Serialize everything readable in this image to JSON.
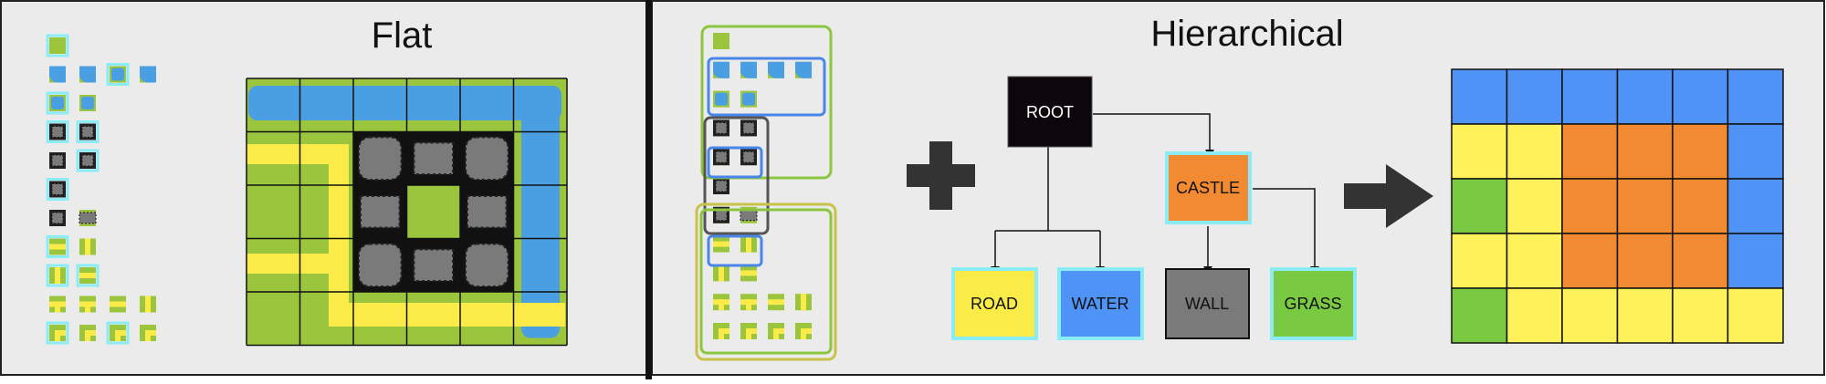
{
  "panels": {
    "flat_title": "Flat",
    "hier_title": "Hierarchical"
  },
  "colors": {
    "background": "#ebebeb",
    "grass": "#9bc53d",
    "water": "#4a9fe3",
    "road": "#fbeb48",
    "wall": "#7a7a7a",
    "highlight": "#8cecf5",
    "root": "#0d060a",
    "castle": "#f28a32",
    "result_water": "#4e93f5",
    "result_road": "#fef15a",
    "result_castle": "#f28a32",
    "result_grass": "#7ac943"
  },
  "tree": {
    "root": "ROOT",
    "castle": "CASTLE",
    "road": "ROAD",
    "water": "WATER",
    "wall": "WALL",
    "grass": "GRASS"
  },
  "flat_map": [
    [
      "W",
      "W",
      "W",
      "W",
      "W",
      "W"
    ],
    [
      "R",
      "R",
      "C",
      "C",
      "C",
      "W"
    ],
    [
      "G",
      "R",
      "C",
      "G",
      "C",
      "W"
    ],
    [
      "R",
      "R",
      "C",
      "C",
      "C",
      "W"
    ],
    [
      "G",
      "R",
      "R",
      "R",
      "R",
      "R"
    ]
  ],
  "result_grid": [
    [
      "W",
      "W",
      "W",
      "W",
      "W",
      "W"
    ],
    [
      "R",
      "R",
      "C",
      "C",
      "C",
      "W"
    ],
    [
      "G",
      "R",
      "C",
      "C",
      "C",
      "W"
    ],
    [
      "R",
      "R",
      "C",
      "C",
      "C",
      "W"
    ],
    [
      "G",
      "R",
      "R",
      "R",
      "R",
      "R"
    ]
  ]
}
